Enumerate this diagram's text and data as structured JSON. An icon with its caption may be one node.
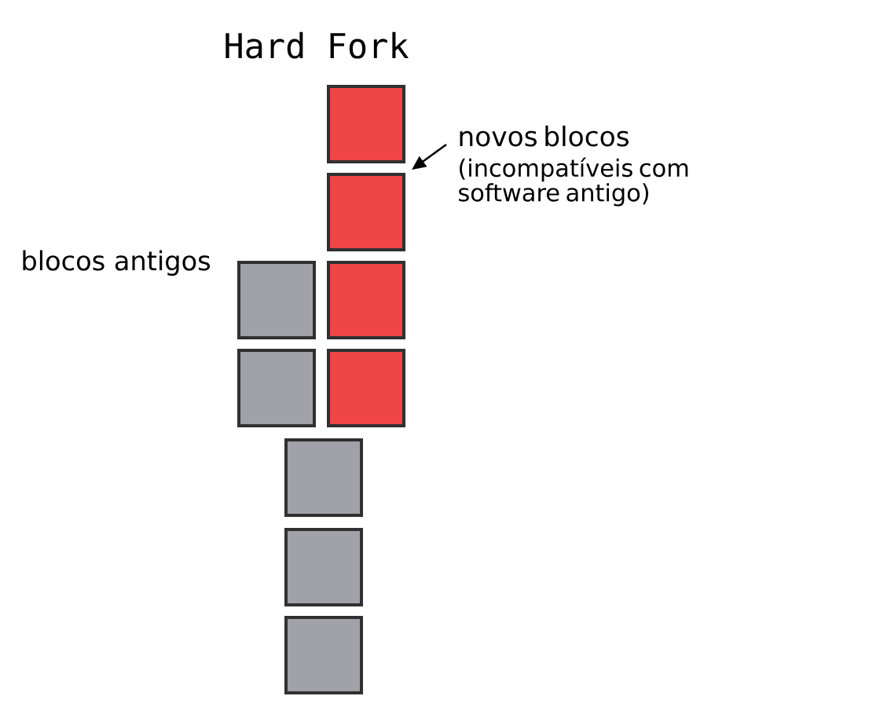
{
  "diagram": {
    "title": "Hard Fork",
    "nodes": [
      {
        "text": [],
        "shape": "box"
      },
      {
        "text": [
          "novos blocos",
          "(incompatíveis com software antigo)"
        ]
      },
      {
        "text": [],
        "shape": "box"
      },
      {
        "text": [],
        "shape": "box"
      },
      {
        "text": [],
        "shape": "box"
      },
      {
        "text": [],
        "shape": "box"
      },
      {
        "text": [],
        "shape": "box"
      },
      {
        "text": [],
        "shape": "box"
      },
      {
        "text": [],
        "shape": "box"
      },
      {
        "text": [],
        "shape": "box"
      }
    ],
    "edges": [
      {
        "from": 1,
        "to": 2,
        "arrow": "to"
      }
    ],
    "labels": [
      "blocos antigos"
    ]
  }
}
